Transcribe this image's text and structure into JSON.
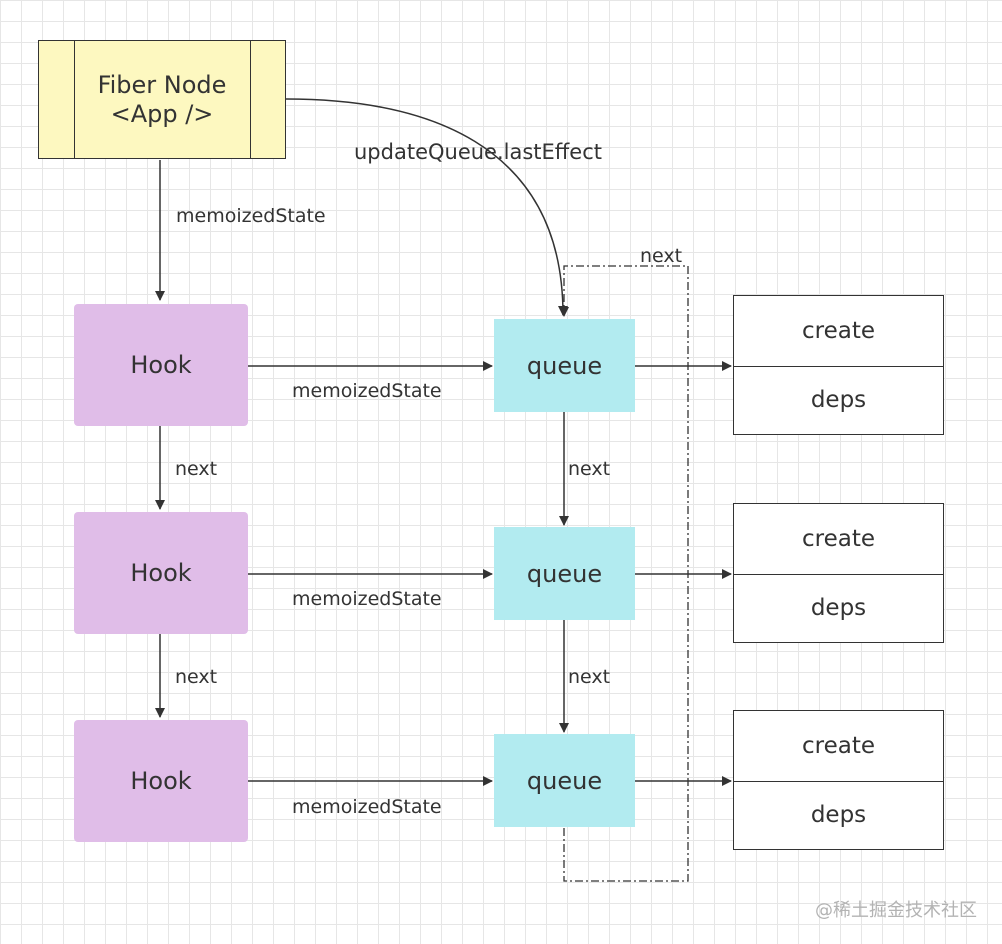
{
  "colors": {
    "fiber_fill": "#fdf8c0",
    "hook_fill": "#e0bde8",
    "queue_fill": "#b2ebf0",
    "line": "#333333"
  },
  "fiber_node": {
    "label": "Fiber Node\n<App />"
  },
  "labels": {
    "fiber_to_queue": "updateQueue.lastEffect",
    "fiber_to_hook": "memoizedState",
    "hook_to_queue": "memoizedState",
    "next": "next"
  },
  "hooks": [
    {
      "label": "Hook"
    },
    {
      "label": "Hook"
    },
    {
      "label": "Hook"
    }
  ],
  "queues": [
    {
      "label": "queue"
    },
    {
      "label": "queue"
    },
    {
      "label": "queue"
    }
  ],
  "effects": [
    {
      "create": "create",
      "deps": "deps"
    },
    {
      "create": "create",
      "deps": "deps"
    },
    {
      "create": "create",
      "deps": "deps"
    }
  ],
  "watermark": "@稀土掘金技术社区"
}
